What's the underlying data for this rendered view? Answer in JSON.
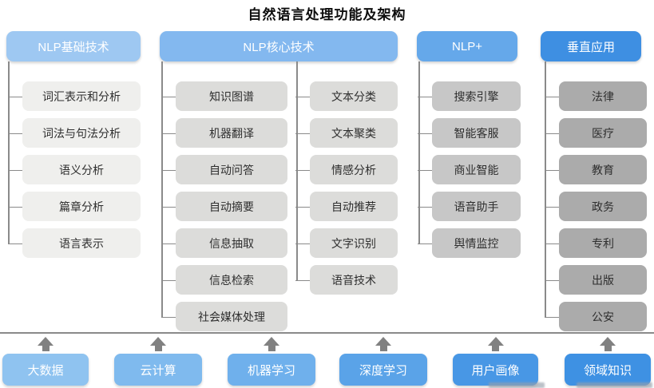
{
  "title": "自然语言处理功能及架构",
  "columns": [
    {
      "header": "NLP基础技术",
      "header_color": "#9EC8F2",
      "box_color": "#EFEFED",
      "items": [
        "词汇表示和分析",
        "词法与句法分析",
        "语义分析",
        "篇章分析",
        "语言表示"
      ]
    },
    {
      "header": "NLP核心技术",
      "header_color": "#83B8EF",
      "box_color": "#DCDCDA",
      "sub_columns": [
        [
          "知识图谱",
          "机器翻译",
          "自动问答",
          "自动摘要",
          "信息抽取",
          "信息检索",
          "社会媒体处理"
        ],
        [
          "文本分类",
          "文本聚类",
          "情感分析",
          "自动推荐",
          "文字识别",
          "语音技术"
        ]
      ]
    },
    {
      "header": "NLP+",
      "header_color": "#65A8EA",
      "box_color": "#C7C7C7",
      "items": [
        "搜索引擎",
        "智能客服",
        "商业智能",
        "语音助手",
        "舆情监控"
      ]
    },
    {
      "header": "垂直应用",
      "header_color": "#3E8FE2",
      "box_color": "#ABABAB",
      "items": [
        "法律",
        "医疗",
        "教育",
        "政务",
        "专利",
        "出版",
        "公安"
      ]
    }
  ],
  "foundation": [
    {
      "label": "大数据",
      "color": "#8FC3F0"
    },
    {
      "label": "云计算",
      "color": "#7FBAEE"
    },
    {
      "label": "机器学习",
      "color": "#6FB0EC"
    },
    {
      "label": "深度学习",
      "color": "#5AA3E8"
    },
    {
      "label": "用户画像",
      "color": "#4897E5"
    },
    {
      "label": "领域知识",
      "color": "#3E91E3"
    }
  ],
  "connector_color": "#8a8a8a"
}
